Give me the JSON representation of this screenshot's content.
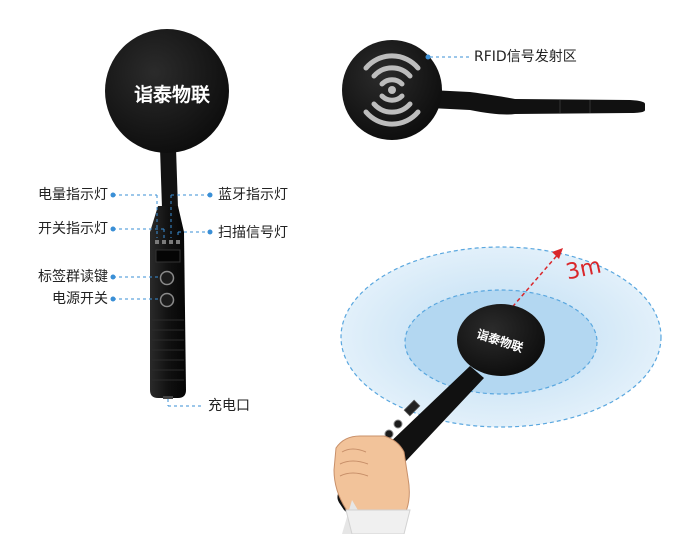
{
  "brand": "诣泰物联",
  "labels": {
    "rfid_zone": "RFID信号发射区",
    "battery_led": "电量指示灯",
    "bluetooth_led": "蓝牙指示灯",
    "power_led": "开关指示灯",
    "scan_led": "扫描信号灯",
    "group_read_key": "标签群读键",
    "power_switch": "电源开关",
    "charge_port": "充电口",
    "range": "3m"
  },
  "colors": {
    "device": "#111111",
    "leader": "#3a8fd6",
    "range_fill": "#cfe6f7",
    "range_stroke": "#5aa7df",
    "range_arrow": "#d9262a"
  },
  "icons": [
    "rfid-wave-icon",
    "hand-icon"
  ]
}
